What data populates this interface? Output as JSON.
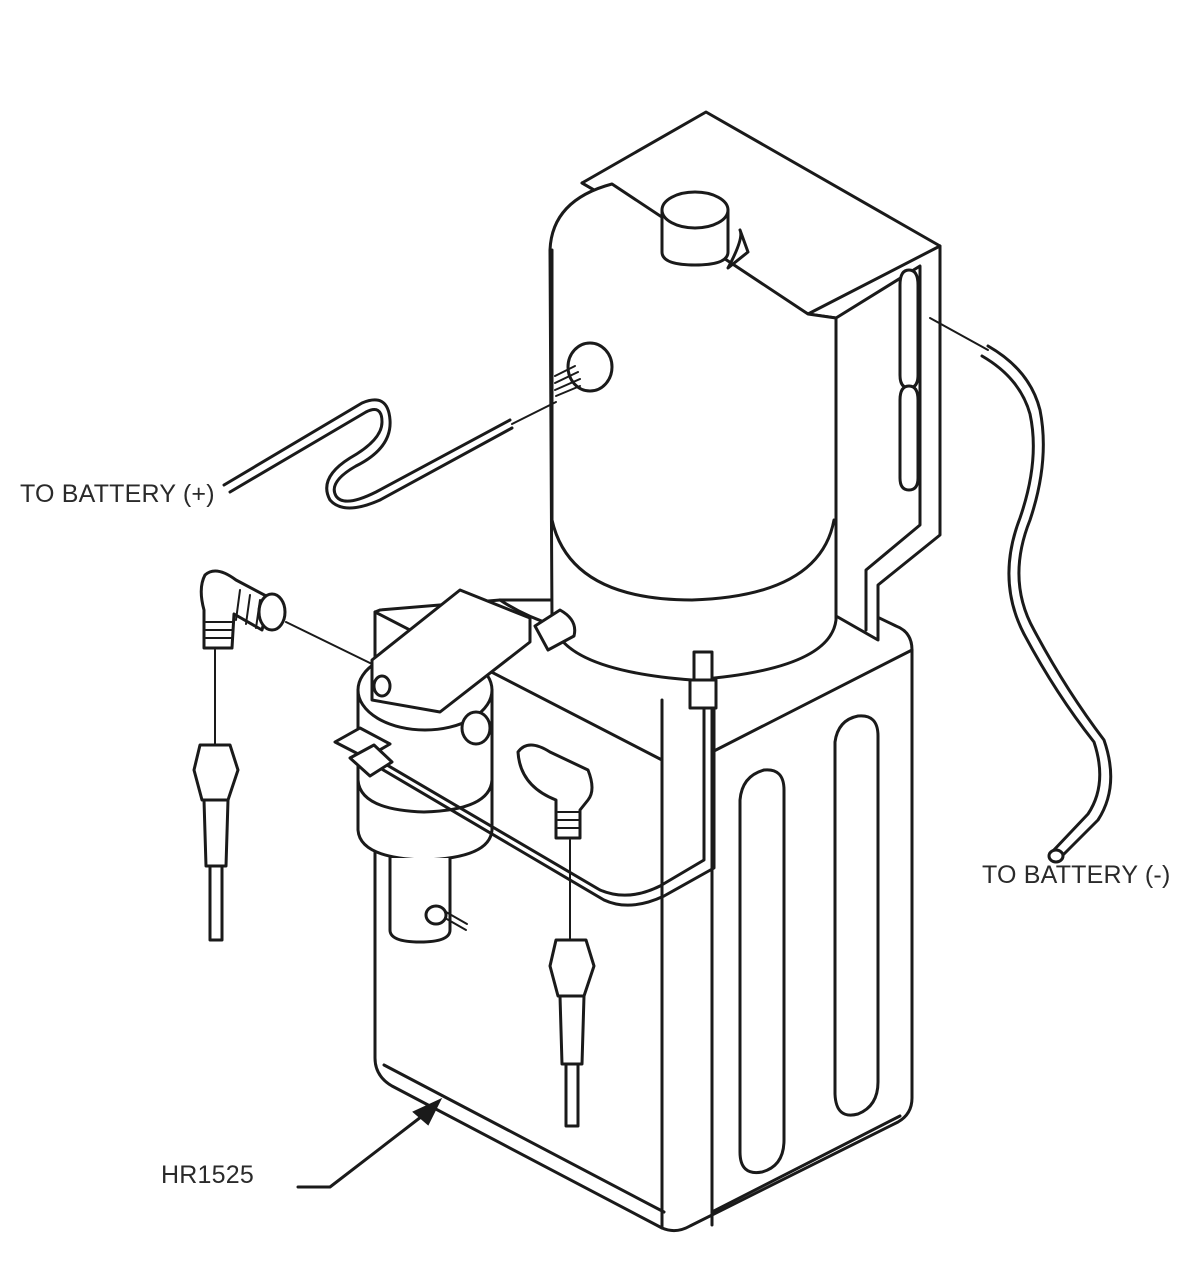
{
  "labels": {
    "battery_positive": "TO BATTERY (+)",
    "battery_negative": "TO BATTERY (-)",
    "part_number": "HR1525"
  }
}
